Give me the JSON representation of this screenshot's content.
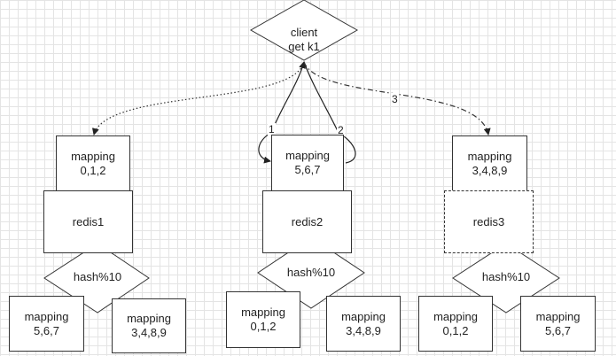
{
  "client": {
    "label": "client\nget k1"
  },
  "nodes": [
    {
      "mapping": "mapping\n0,1,2",
      "redis": "redis1",
      "hash": "hash%10",
      "left_bucket": "mapping\n5,6,7",
      "right_bucket": "mapping\n3,4,8,9"
    },
    {
      "mapping": "mapping\n5,6,7",
      "redis": "redis2",
      "hash": "hash%10",
      "left_bucket": "mapping\n0,1,2",
      "right_bucket": "mapping\n3,4,8,9"
    },
    {
      "mapping": "mapping\n3,4,8,9",
      "redis": "redis3",
      "hash": "hash%10",
      "left_bucket": "mapping\n0,1,2",
      "right_bucket": "mapping\n5,6,7"
    }
  ],
  "edge_labels": {
    "step1": "1",
    "step2": "2",
    "step3": "3"
  }
}
